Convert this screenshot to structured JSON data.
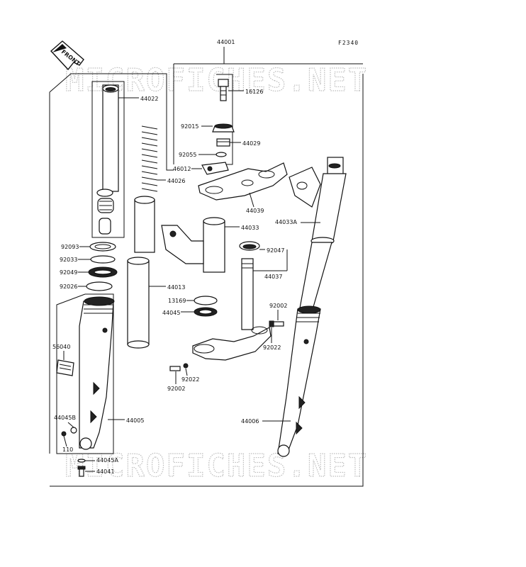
{
  "diagram_code": "F2340",
  "front_label": "FRONT",
  "watermark": "MICROFICHES.NET",
  "parts": {
    "p44001": "44001",
    "p44022": "44022",
    "p16126": "16126",
    "p92015": "92015",
    "p44029": "44029",
    "p92055": "92055",
    "p46012": "46012",
    "p44026": "44026",
    "p44039": "44039",
    "p44033": "44033",
    "p44033A": "44033A",
    "p92093": "92093",
    "p92033": "92033",
    "p92049": "92049",
    "p92026": "92026",
    "p92047": "92047",
    "p44037": "44037",
    "p44013": "44013",
    "p13169": "13169",
    "p44045": "44045",
    "p92002a": "92002",
    "p92022a": "92022",
    "p56040": "56040",
    "p92022b": "92022",
    "p92002b": "92002",
    "p44045B": "44045B",
    "p44005": "44005",
    "p44006": "44006",
    "p110": "110",
    "p44045A": "44045A",
    "p44041": "44041"
  }
}
